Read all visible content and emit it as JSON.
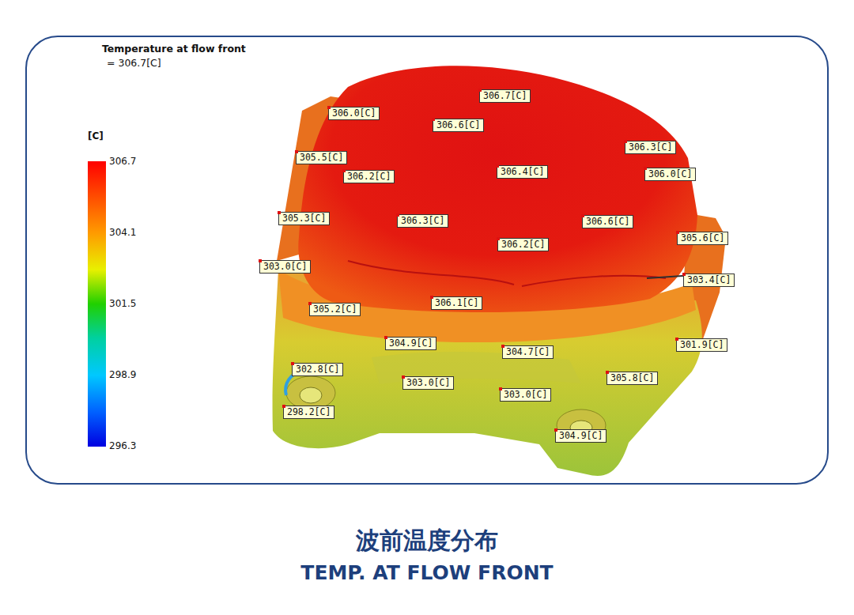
{
  "diagram": {
    "title": "波前温度分布",
    "caption": "TEMP. AT FLOW FRONT",
    "labels": [
      "Temperature at flow front",
      "= 306.7[C]",
      "[C]",
      "306.7",
      "304.1",
      "301.5",
      "298.9",
      "296.3",
      "306.7[C]",
      "306.0[C]",
      "306.6[C]",
      "306.3[C]",
      "305.5[C]",
      "306.2[C]",
      "306.4[C]",
      "306.0[C]",
      "305.3[C]",
      "306.3[C]",
      "306.6[C]",
      "305.6[C]",
      "306.2[C]",
      "303.0[C]",
      "303.4[C]",
      "305.2[C]",
      "306.1[C]",
      "304.9[C]",
      "304.7[C]",
      "301.9[C]",
      "302.8[C]",
      "303.0[C]",
      "305.8[C]",
      "303.0[C]",
      "298.2[C]",
      "304.9[C]"
    ]
  }
}
